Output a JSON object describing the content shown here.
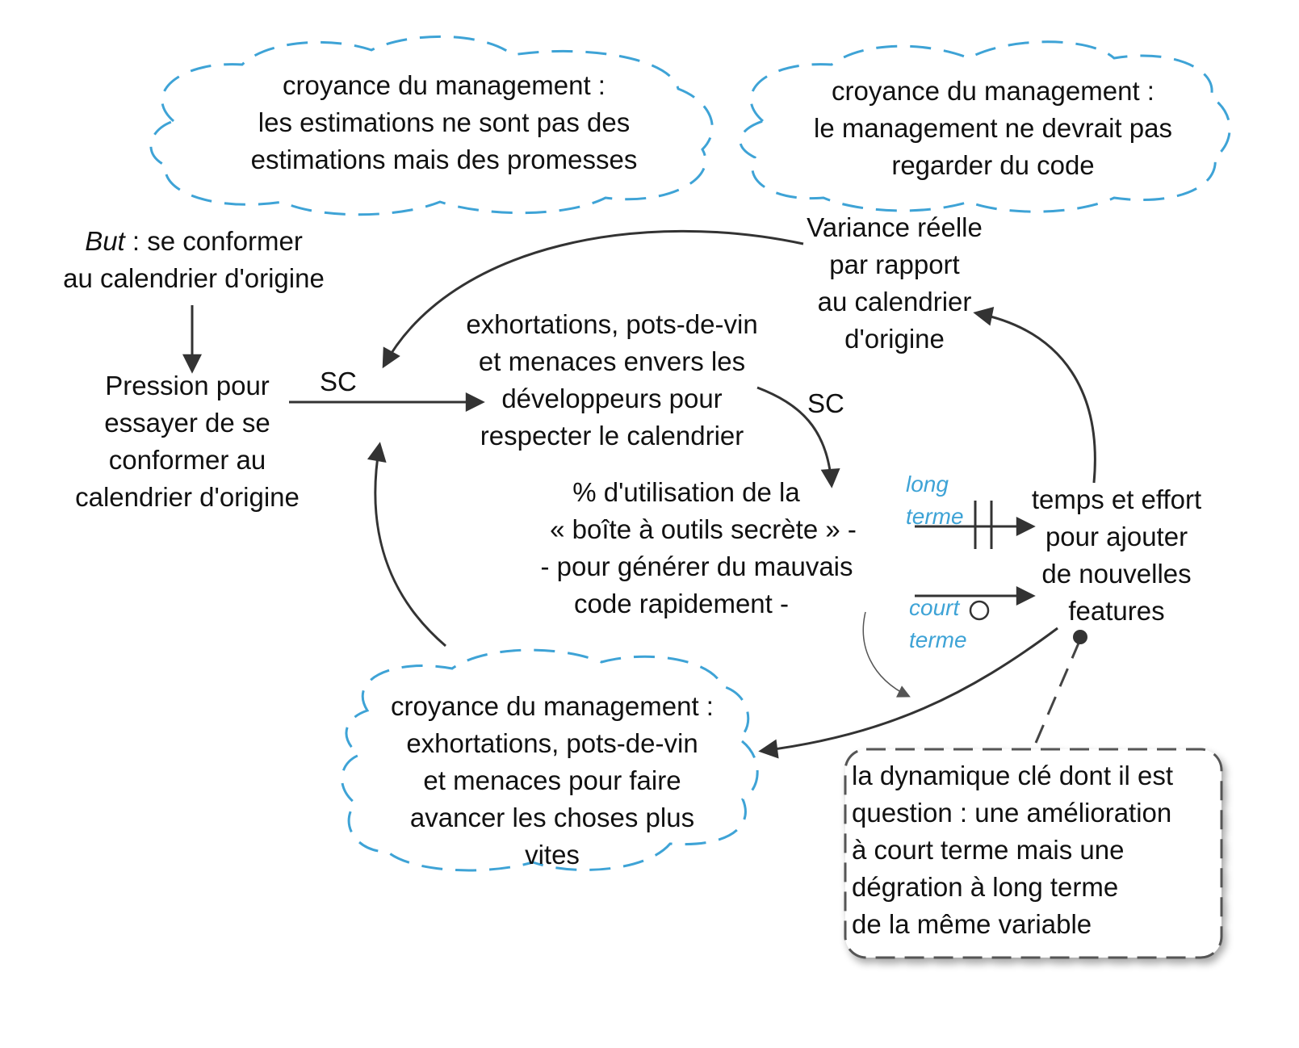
{
  "colors": {
    "cloud": "#3ea3d6",
    "arrow": "#333333",
    "text": "#111111",
    "note_border": "#555555",
    "blue_text": "#3ea3d6"
  },
  "clouds": {
    "top_left": [
      "croyance du management :",
      "les estimations ne sont pas des",
      "estimations mais des promesses"
    ],
    "top_right": [
      "croyance du management :",
      "le management ne devrait pas",
      "regarder du code"
    ],
    "bottom": [
      "croyance du management :",
      "exhortations, pots-de-vin",
      "et menaces pour faire",
      "avancer  les choses plus",
      "vites"
    ]
  },
  "goal": {
    "prefix": "But",
    "line1_rest": " : se conformer",
    "line2": "au calendrier d'origine"
  },
  "nodes": {
    "pression": [
      "Pression pour",
      "essayer de se",
      "conformer au",
      "calendrier d'origine"
    ],
    "exhortations": [
      "exhortations, pots-de-vin",
      "et menaces envers les",
      "développeurs pour",
      "respecter le calendrier"
    ],
    "variance": [
      "Variance réelle",
      "par rapport",
      "au calendrier",
      "d'origine"
    ],
    "boite": [
      "% d'utilisation de la",
      "« boîte à outils secrète » -",
      "- pour générer du mauvais",
      "code rapidement  -"
    ],
    "temps": [
      "temps et effort",
      "pour ajouter",
      "de nouvelles",
      "features"
    ]
  },
  "link_labels": {
    "sc1": "SC",
    "sc2": "SC",
    "long_terme": [
      "long",
      "terme"
    ],
    "court_terme": [
      "court",
      "terme"
    ]
  },
  "note": [
    "la dynamique clé dont il est",
    "question : une amélioration",
    "à court terme mais une",
    "dégration à long terme",
    "de la même variable"
  ]
}
